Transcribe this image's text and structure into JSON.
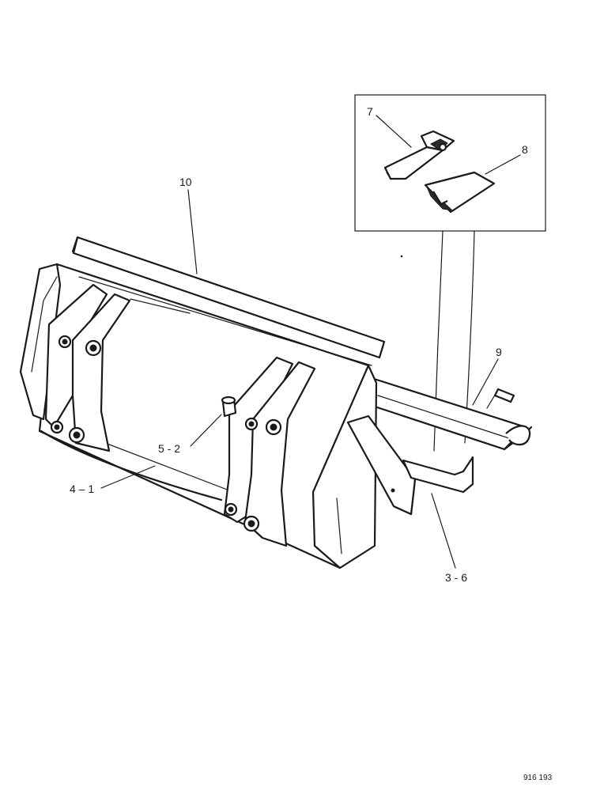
{
  "figure": {
    "callouts": {
      "c10": "10",
      "c9": "9",
      "c8": "8",
      "c7": "7",
      "c5_2": "5 - 2",
      "c4_1": "4 – 1",
      "c3_6": "3 - 6"
    },
    "drawing_code": "916 193"
  }
}
